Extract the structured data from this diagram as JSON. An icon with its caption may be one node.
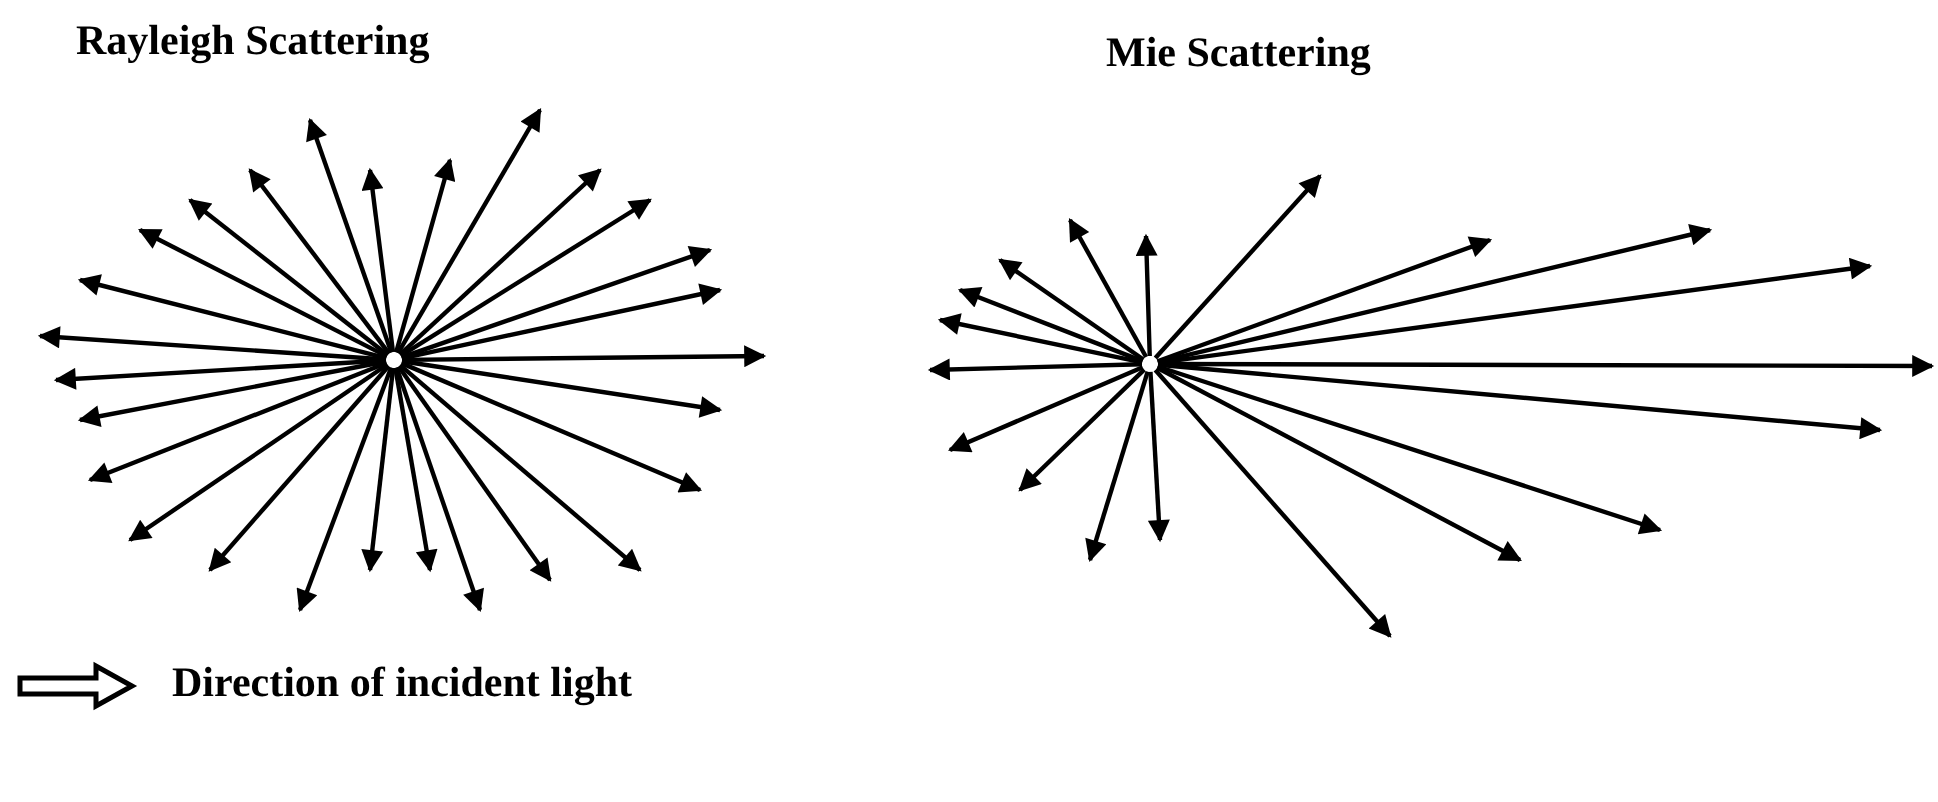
{
  "diagram": {
    "labels": [
      "Rayleigh Scattering",
      "Mie Scattering"
    ],
    "legend": [
      {
        "text": "Direction of incident light"
      }
    ]
  }
}
